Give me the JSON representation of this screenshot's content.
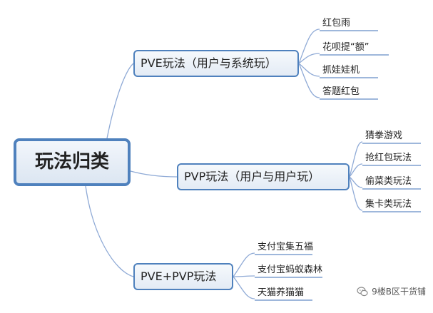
{
  "root": {
    "label": "玩法归类"
  },
  "branches": [
    {
      "label": "PVE玩法（用户与系统玩）",
      "leaves": [
        "红包雨",
        "花呗提“额”",
        "抓娃娃机",
        "答题红包"
      ]
    },
    {
      "label": "PVP玩法（用户与用户玩）",
      "leaves": [
        "猜拳游戏",
        "抢红包玩法",
        "偷菜类玩法",
        "集卡类玩法"
      ]
    },
    {
      "label": "PVE+PVP玩法",
      "leaves": [
        "支付宝集五福",
        "支付宝蚂蚁森林",
        "天猫养猫猫"
      ]
    }
  ],
  "watermark": {
    "text": "9楼B区干货铺",
    "icon": "wechat-icon"
  },
  "colors": {
    "node_border": "#4f81bd",
    "connector": "#8faad6",
    "underline": "#7f9fcf"
  }
}
